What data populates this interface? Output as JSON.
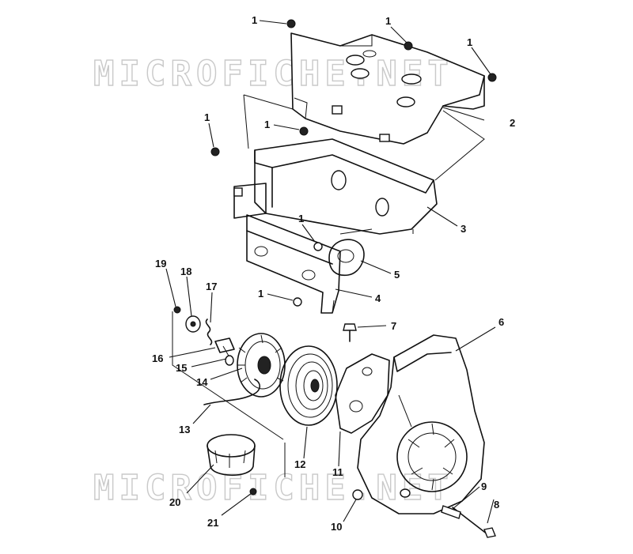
{
  "watermarks": [
    "MICROFICHE.NET",
    "MICROFICHE.NET"
  ],
  "callouts": {
    "c1a": "1",
    "c1b": "1",
    "c1c": "1",
    "c1d": "1",
    "c1e": "1",
    "c1f": "1",
    "c1g": "1",
    "c2": "2",
    "c3": "3",
    "c4": "4",
    "c5": "5",
    "c6": "6",
    "c7": "7",
    "c8": "8",
    "c9": "9",
    "c10": "10",
    "c11": "11",
    "c12": "12",
    "c13": "13",
    "c14": "14",
    "c15": "15",
    "c16": "16",
    "c17": "17",
    "c18": "18",
    "c19": "19",
    "c20": "20",
    "c21": "21"
  }
}
